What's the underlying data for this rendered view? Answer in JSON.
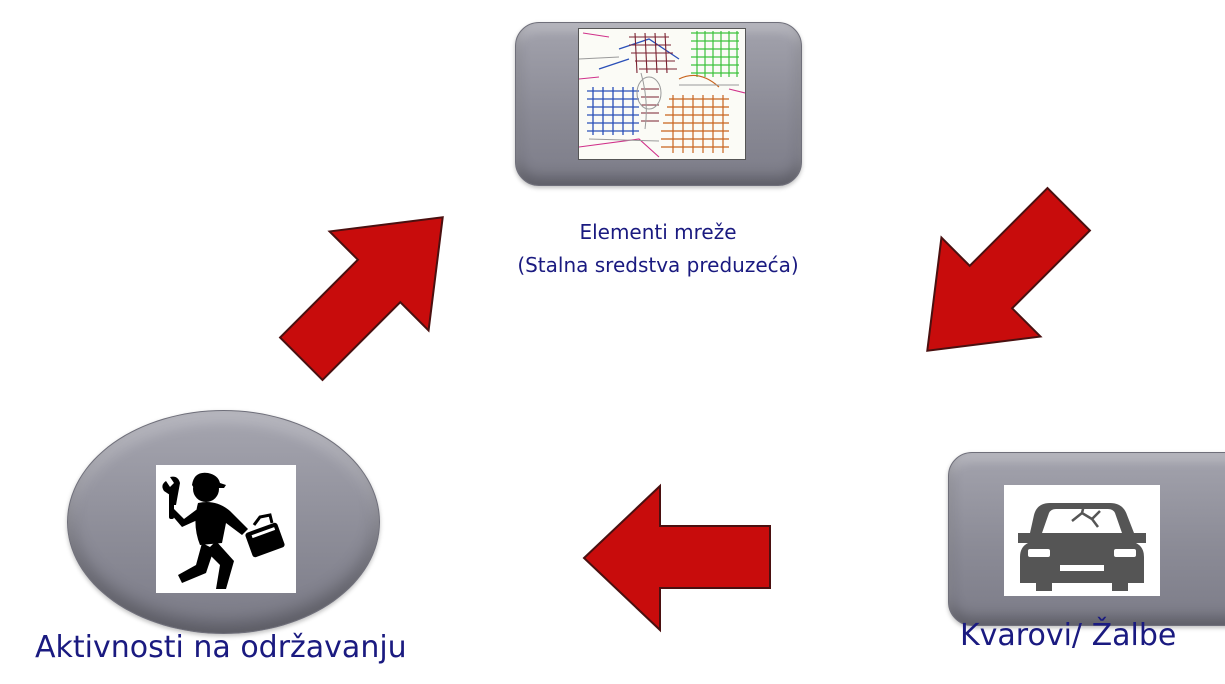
{
  "nodes": {
    "network": {
      "label_line1": "Elementi mreže",
      "label_line2": "(Stalna sredstva preduzeća)",
      "icon": "network-map-icon"
    },
    "faults": {
      "label": "Kvarovi/ Žalbe",
      "icon": "broken-car-icon"
    },
    "maintenance": {
      "label": "Aktivnosti na održavanju",
      "icon": "repairman-icon"
    }
  },
  "colors": {
    "arrow_fill": "#c80c0c",
    "arrow_stroke": "#4a1010",
    "node_fill": "#8e8e99",
    "label_text": "#1a1a80"
  }
}
